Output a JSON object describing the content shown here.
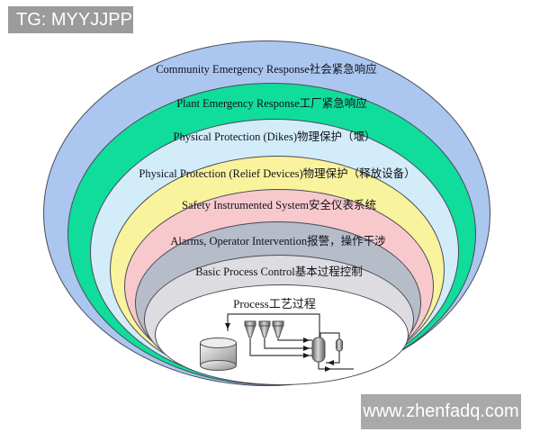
{
  "badge_top_left": {
    "text": "TG: MYYJJPP",
    "bg": "#9b9b9b",
    "text_color": "#ffffff"
  },
  "watermark": {
    "text": "www.zhenfadq.com",
    "bg": "#a9a9a9",
    "text_color": "#ffffff"
  },
  "onion": {
    "type": "layers-of-protection-onion-diagram",
    "outline_color": "#4a4a58",
    "label_color": "#12121c",
    "layers": [
      {
        "label": "Community Emergency Response社会紧急响应",
        "color": "#abc7ef"
      },
      {
        "label": "Plant Emergency Response工厂紧急响应",
        "color": "#10dc9b"
      },
      {
        "label": "Physical Protection (Dikes)物理保护（堰）",
        "color": "#d2ecf9"
      },
      {
        "label": "Physical Protection (Relief Devices)物理保护（释放设备）",
        "color": "#f9f39d"
      },
      {
        "label": "Safety Instrumented System安全仪表系统",
        "color": "#f7c9cd"
      },
      {
        "label": "Alarms, Operator Intervention报警，操作干涉",
        "color": "#b6bdc8"
      },
      {
        "label": "Basic Process Control基本过程控制",
        "color": "#dddde1"
      },
      {
        "label": "Process工艺过程",
        "color": "#ffffff"
      }
    ],
    "process": {
      "line_color": "#3a3a3a",
      "equipment": [
        "storage-tank",
        "feed-hopper",
        "feed-hopper",
        "feed-hopper",
        "reactor-vessel",
        "recycle-column"
      ]
    }
  }
}
